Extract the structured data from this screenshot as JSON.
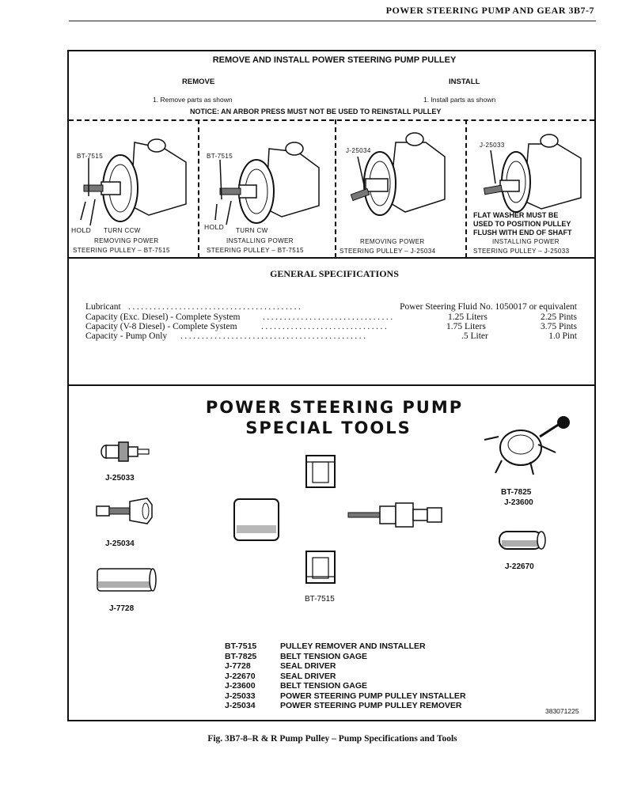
{
  "page_header": "POWER STEERING PUMP AND GEAR   3B7-7",
  "section1": {
    "title": "REMOVE AND INSTALL POWER STEERING PUMP PULLEY",
    "remove_heading": "REMOVE",
    "install_heading": "INSTALL",
    "remove_step": "1.  Remove parts as shown",
    "install_step": "1.  Install parts as shown",
    "notice": "NOTICE: AN ARBOR PRESS MUST NOT BE USED TO REINSTALL PULLEY",
    "panels": [
      {
        "tool": "BT-7515",
        "hold": "HOLD",
        "turn": "TURN CCW",
        "caption1": "REMOVING POWER",
        "caption2": "STEERING PULLEY – BT-7515"
      },
      {
        "tool": "BT-7515",
        "hold": "HOLD",
        "turn": "TURN CW",
        "caption1": "INSTALLING POWER",
        "caption2": "STEERING PULLEY – BT-7515"
      },
      {
        "tool": "J-25034",
        "caption1": "REMOVING POWER",
        "caption2": "STEERING PULLEY – J-25034"
      },
      {
        "tool": "J-25033",
        "note1": "FLAT WASHER MUST BE",
        "note2": "USED TO POSITION PULLEY",
        "note3": "FLUSH WITH END OF SHAFT",
        "caption1": "INSTALLING POWER",
        "caption2": "STEERING PULLEY – J-25033"
      }
    ]
  },
  "specs": {
    "title": "GENERAL SPECIFICATIONS",
    "rows": [
      {
        "label": "Lubricant",
        "metric": "Power Steering Fluid No. 1050017 or equivalent",
        "imperial": ""
      },
      {
        "label": "Capacity (Exc. Diesel) - Complete System",
        "metric": "1.25 Liters",
        "imperial": "2.25 Pints"
      },
      {
        "label": "Capacity (V-8 Diesel) - Complete System",
        "metric": "1.75 Liters",
        "imperial": "3.75 Pints"
      },
      {
        "label": "Capacity - Pump Only",
        "metric": ".5 Liter",
        "imperial": "1.0 Pint"
      }
    ]
  },
  "tools": {
    "title1": "POWER STEERING PUMP",
    "title2": "SPECIAL TOOLS",
    "labels": {
      "j25033": "J-25033",
      "j25034": "J-25034",
      "j7728": "J-7728",
      "bt7515": "BT-7515",
      "bt7825": "BT-7825",
      "j23600": "J-23600",
      "j22670": "J-22670"
    },
    "legend": [
      {
        "code": "BT-7515",
        "desc": "PULLEY REMOVER AND INSTALLER"
      },
      {
        "code": "BT-7825",
        "desc": "BELT TENSION GAGE"
      },
      {
        "code": "J-7728",
        "desc": "SEAL DRIVER"
      },
      {
        "code": "J-22670",
        "desc": "SEAL DRIVER"
      },
      {
        "code": "J-23600",
        "desc": "BELT TENSION GAGE"
      },
      {
        "code": "J-25033",
        "desc": "POWER STEERING PUMP PULLEY INSTALLER"
      },
      {
        "code": "J-25034",
        "desc": "POWER STEERING PUMP PULLEY REMOVER"
      }
    ],
    "ref_number": "383071225"
  },
  "figure_caption": "Fig. 3B7-8–R & R Pump Pulley – Pump Specifications and Tools"
}
